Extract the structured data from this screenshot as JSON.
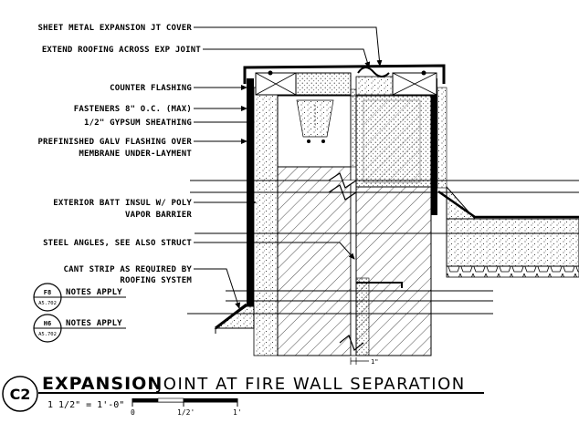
{
  "notes": [
    {
      "id": "n1",
      "text": "SHEET METAL EXPANSION JT COVER"
    },
    {
      "id": "n2",
      "text": "EXTEND ROOFING ACROSS EXP JOINT"
    },
    {
      "id": "n3",
      "text": "COUNTER FLASHING"
    },
    {
      "id": "n4",
      "text": "FASTENERS 8\" O.C. (MAX)"
    },
    {
      "id": "n5",
      "text": "1/2\" GYPSUM SHEATHING"
    },
    {
      "id": "n6a",
      "text": "PREFINISHED GALV FLASHING OVER"
    },
    {
      "id": "n6b",
      "text": "MEMBRANE UNDER-LAYMENT"
    },
    {
      "id": "n7a",
      "text": "EXTERIOR BATT INSUL W/ POLY"
    },
    {
      "id": "n7b",
      "text": "VAPOR BARRIER"
    },
    {
      "id": "n8",
      "text": "STEEL ANGLES, SEE ALSO STRUCT"
    },
    {
      "id": "n9a",
      "text": "CANT STRIP AS REQUIRED BY"
    },
    {
      "id": "n9b",
      "text": "ROOFING SYSTEM"
    }
  ],
  "references": [
    {
      "top": "F8",
      "sheet": "A5.702",
      "text": "NOTES APPLY"
    },
    {
      "top": "H6",
      "sheet": "A5.702",
      "text": "NOTES APPLY"
    }
  ],
  "dimension": "1\"",
  "title": {
    "id": "C2",
    "word1": "EXPANSION",
    "rest": "JOINT AT FIRE WALL SEPARATION",
    "scale": "1 1/2\" = 1'-0\"",
    "ticks": [
      "0",
      "1/2'",
      "1'"
    ]
  },
  "colors": {
    "line": "#000000",
    "background": "#ffffff",
    "hatch": "#000000"
  },
  "icons": [
    "section-cut-icon",
    "leader-arrow-icon"
  ]
}
